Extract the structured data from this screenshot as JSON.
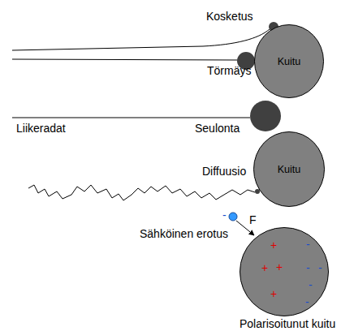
{
  "diagram": {
    "nodes": [
      {
        "text": [
          "Kuitu"
        ]
      },
      {
        "text": [
          "Kuitu"
        ]
      },
      {
        "text": [
          "Polarisoitunut kuitu"
        ]
      }
    ],
    "labels": [
      "Kosketus",
      "Törmäys",
      "Liikeradat",
      "Seulonta",
      "Diffuusio",
      "-",
      "F",
      "Sähköinen erotus",
      "+",
      "-",
      "+",
      "+",
      "-",
      "-",
      "-",
      "+",
      "-"
    ]
  }
}
